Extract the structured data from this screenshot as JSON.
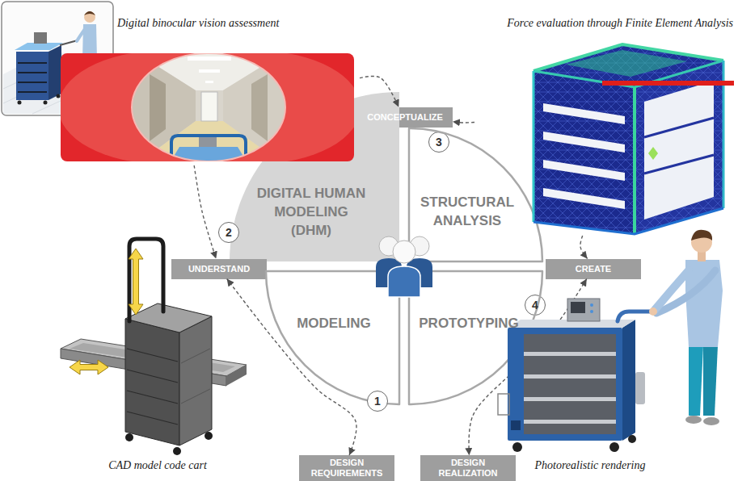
{
  "diagram": {
    "nodes": [
      {
        "text": [
          "Digital binocular vision assessment"
        ]
      },
      {
        "text": [
          "Force evaluation through Finite Element Analysis"
        ]
      },
      {
        "text": [
          "CONCEPTUALIZE"
        ]
      },
      {
        "text": [
          "3"
        ]
      },
      {
        "text": [
          "DIGITAL HUMAN MODELING (DHM)"
        ]
      },
      {
        "text": [
          "STRUCTURAL ANALYSIS"
        ]
      },
      {
        "text": [
          "2"
        ]
      },
      {
        "text": [
          "UNDERSTAND"
        ]
      },
      {
        "text": [
          "CREATE"
        ]
      },
      {
        "text": [
          "4"
        ]
      },
      {
        "text": [
          "MODELING"
        ]
      },
      {
        "text": [
          "PROTOTYPING"
        ]
      },
      {
        "text": [
          "CAD model code cart"
        ]
      },
      {
        "text": [
          "Photorealistic rendering"
        ]
      },
      {
        "text": [
          "1"
        ]
      },
      {
        "text": [
          "DESIGN REQUIREMENTS"
        ]
      },
      {
        "text": [
          "DESIGN REALIZATION"
        ]
      }
    ],
    "edges": [
      {
        "from": 0,
        "to": 7,
        "arrow": "to"
      },
      {
        "from": 0,
        "to": 2,
        "arrow": "to"
      },
      {
        "from": 1,
        "to": 2,
        "arrow": "to"
      },
      {
        "from": 1,
        "to": 8,
        "arrow": "to"
      },
      {
        "from": 15,
        "to": 7,
        "arrow": "both"
      },
      {
        "from": 8,
        "to": 16,
        "arrow": "both"
      }
    ]
  }
}
